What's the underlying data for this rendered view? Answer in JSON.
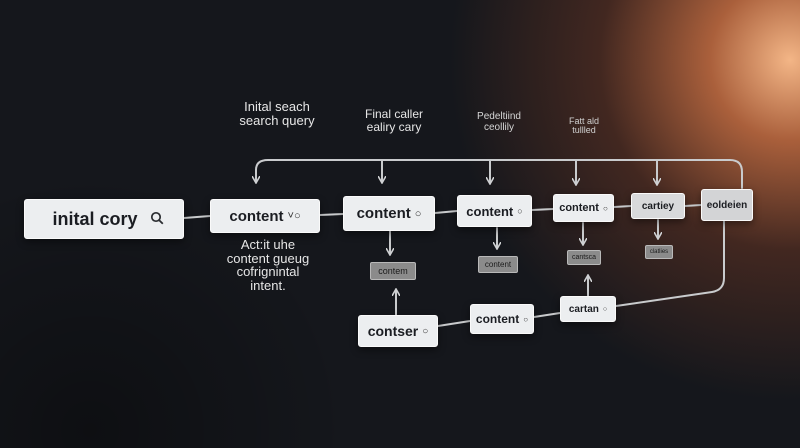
{
  "nodes": {
    "initial_query": {
      "text": "inital cory",
      "icon": "search-icon"
    },
    "content_1": {
      "text": "content",
      "icon": "chevron-o-icon"
    },
    "content_2": {
      "text": "content",
      "icon": "circle-icon"
    },
    "content_3": {
      "text": "content",
      "icon": "circle-icon"
    },
    "content_4": {
      "text": "content",
      "icon": "circle-icon"
    },
    "node_5": {
      "text": "cartiey",
      "icon": ""
    },
    "node_6": {
      "text": "eoldeien",
      "icon": ""
    },
    "contser": {
      "text": "contser",
      "icon": "circle-icon"
    },
    "content_bottom": {
      "text": "content",
      "icon": "circle-icon"
    },
    "cartan": {
      "text": "cartan",
      "icon": "circle-icon"
    }
  },
  "tags": {
    "tag_1": "contem",
    "tag_2": "content",
    "tag_3": "cantsca",
    "tag_4": "clatlies"
  },
  "labels": {
    "label_1": [
      "Inital seach",
      "search query"
    ],
    "label_2": [
      "Final caller",
      "ealiry cary"
    ],
    "label_3": [
      "Pedeltiind",
      "ceollily"
    ],
    "label_4": [
      "Fatt ald",
      "tullled"
    ],
    "note": [
      "Act:it uhe",
      "content gueug",
      "cofrignintal",
      "intent."
    ]
  },
  "colors": {
    "background": "#15171c",
    "glow": "#e8955f",
    "node_fill": "#eceef0",
    "wire": "#c9cbcd",
    "tag_fill": "#8b8b8b"
  }
}
